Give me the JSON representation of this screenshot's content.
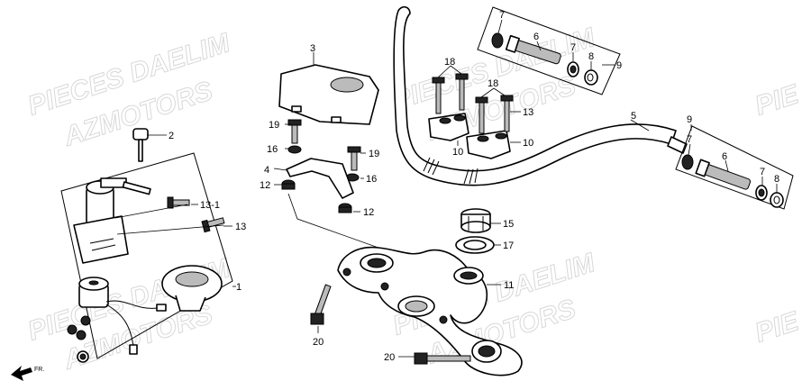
{
  "watermark": {
    "line1": "PIECES DAELIM",
    "line2": "AZMOTORS",
    "fragment": "PIE"
  },
  "direction": {
    "label": "FR."
  },
  "callouts": [
    {
      "id": "c1",
      "text": "1"
    },
    {
      "id": "c2",
      "text": "2"
    },
    {
      "id": "c3",
      "text": "3"
    },
    {
      "id": "c4",
      "text": "4"
    },
    {
      "id": "c5",
      "text": "5"
    },
    {
      "id": "c6a",
      "text": "6"
    },
    {
      "id": "c6b",
      "text": "6"
    },
    {
      "id": "c7a",
      "text": "7"
    },
    {
      "id": "c7b",
      "text": "7"
    },
    {
      "id": "c7c",
      "text": "7"
    },
    {
      "id": "c7d",
      "text": "7"
    },
    {
      "id": "c8a",
      "text": "8"
    },
    {
      "id": "c8b",
      "text": "8"
    },
    {
      "id": "c9a",
      "text": "9"
    },
    {
      "id": "c9b",
      "text": "9"
    },
    {
      "id": "c10a",
      "text": "10"
    },
    {
      "id": "c10b",
      "text": "10"
    },
    {
      "id": "c11",
      "text": "11"
    },
    {
      "id": "c12a",
      "text": "12"
    },
    {
      "id": "c12b",
      "text": "12"
    },
    {
      "id": "c13a",
      "text": "13"
    },
    {
      "id": "c13b",
      "text": "13"
    },
    {
      "id": "c131",
      "text": "13-1"
    },
    {
      "id": "c15",
      "text": "15"
    },
    {
      "id": "c16a",
      "text": "16"
    },
    {
      "id": "c16b",
      "text": "16"
    },
    {
      "id": "c17",
      "text": "17"
    },
    {
      "id": "c18a",
      "text": "18"
    },
    {
      "id": "c18b",
      "text": "18"
    },
    {
      "id": "c19a",
      "text": "19"
    },
    {
      "id": "c19b",
      "text": "19"
    },
    {
      "id": "c20a",
      "text": "20"
    },
    {
      "id": "c20b",
      "text": "20"
    }
  ]
}
